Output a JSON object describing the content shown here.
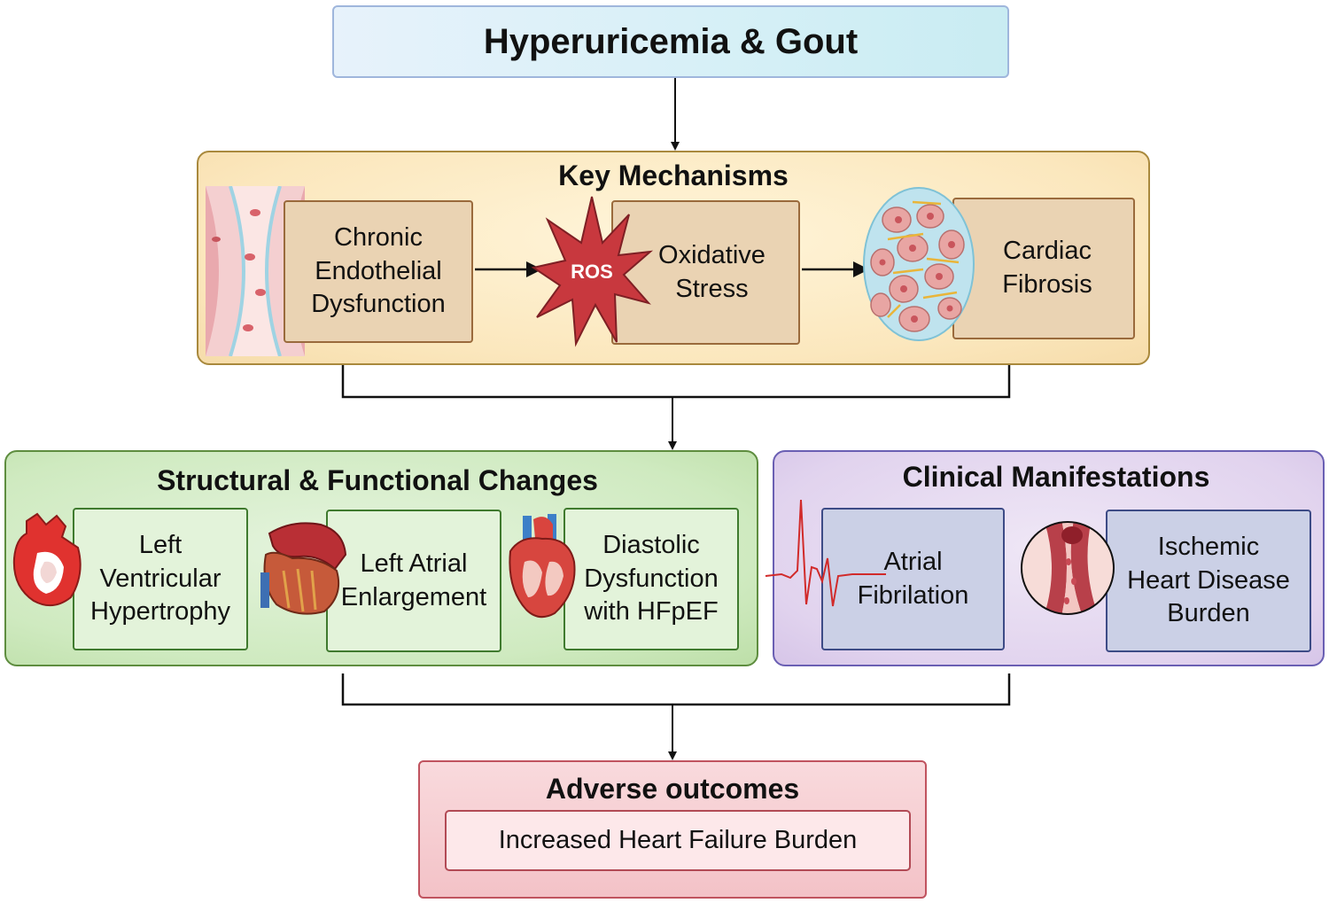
{
  "title": "Hyperuricemia & Gout",
  "mechanisms": {
    "title": "Key Mechanisms",
    "items": [
      {
        "line1": "Chronic",
        "line2": "Endothelial",
        "line3": "Dysfunction"
      },
      {
        "line1": "Oxidative",
        "line2": "Stress"
      },
      {
        "line1": "Cardiac",
        "line2": "Fibrosis"
      }
    ],
    "ros_label": "ROS"
  },
  "structural": {
    "title": "Structural & Functional Changes",
    "items": [
      {
        "line1": "Left",
        "line2": "Ventricular",
        "line3": "Hypertrophy"
      },
      {
        "line1": "Left Atrial",
        "line2": "Enlargement"
      },
      {
        "line1": "Diastolic",
        "line2": "Dysfunction",
        "line3": "with HFpEF"
      }
    ]
  },
  "clinical": {
    "title": "Clinical Manifestations",
    "items": [
      {
        "line1": "Atrial",
        "line2": "Fibrilation"
      },
      {
        "line1": "Ischemic",
        "line2": "Heart Disease",
        "line3": "Burden"
      }
    ]
  },
  "adverse": {
    "title": "Adverse outcomes",
    "item": "Increased Heart Failure Burden"
  },
  "colors": {
    "ros_star": "#c8383e",
    "ecg_line": "#d12a2a",
    "vessel": "#b8404a"
  }
}
